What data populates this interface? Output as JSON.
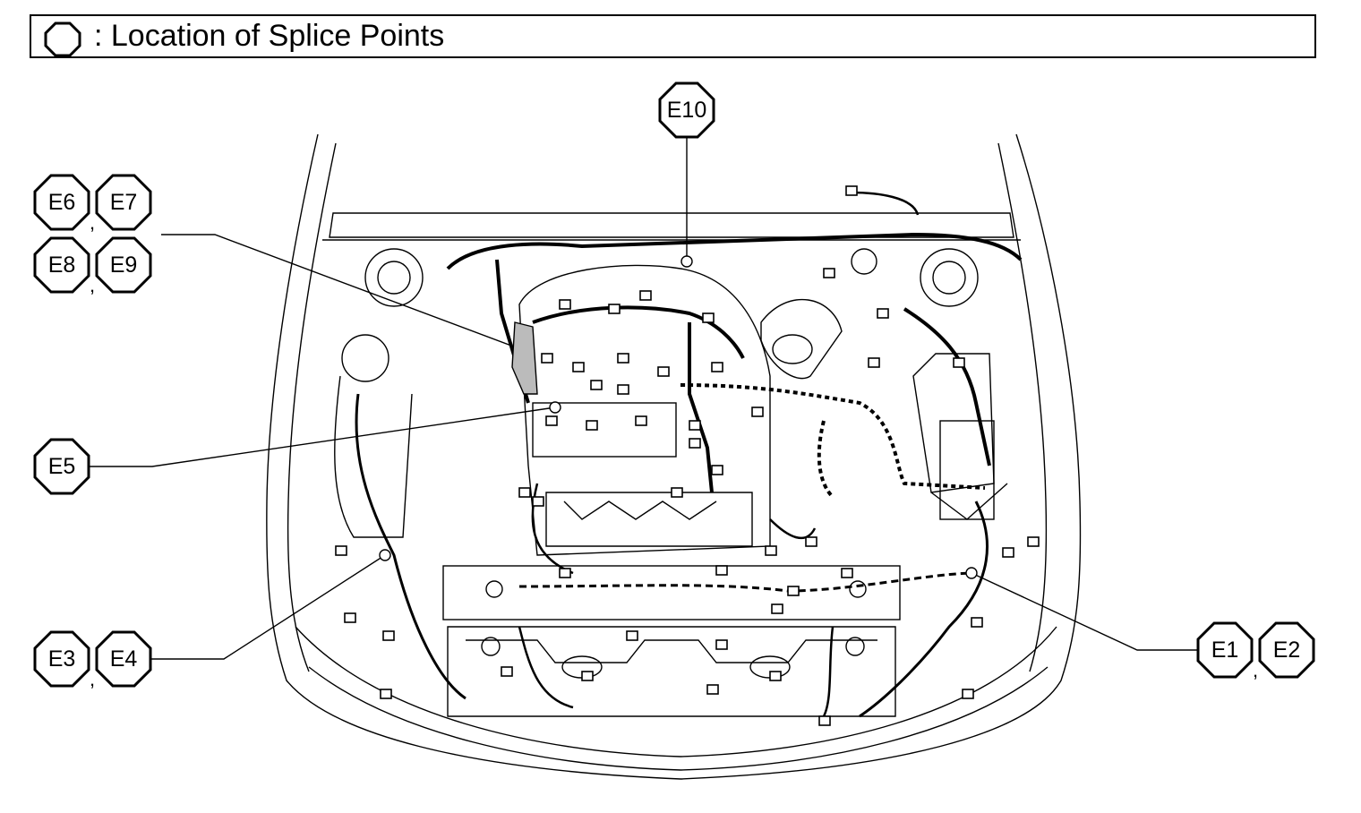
{
  "legend": {
    "text": ": Location of Splice Points",
    "icon": "octagon-icon"
  },
  "splice_points": [
    "E1",
    "E2",
    "E3",
    "E4",
    "E5",
    "E6",
    "E7",
    "E8",
    "E9",
    "E10"
  ],
  "colors": {
    "line": "#000000",
    "background": "#ffffff"
  }
}
